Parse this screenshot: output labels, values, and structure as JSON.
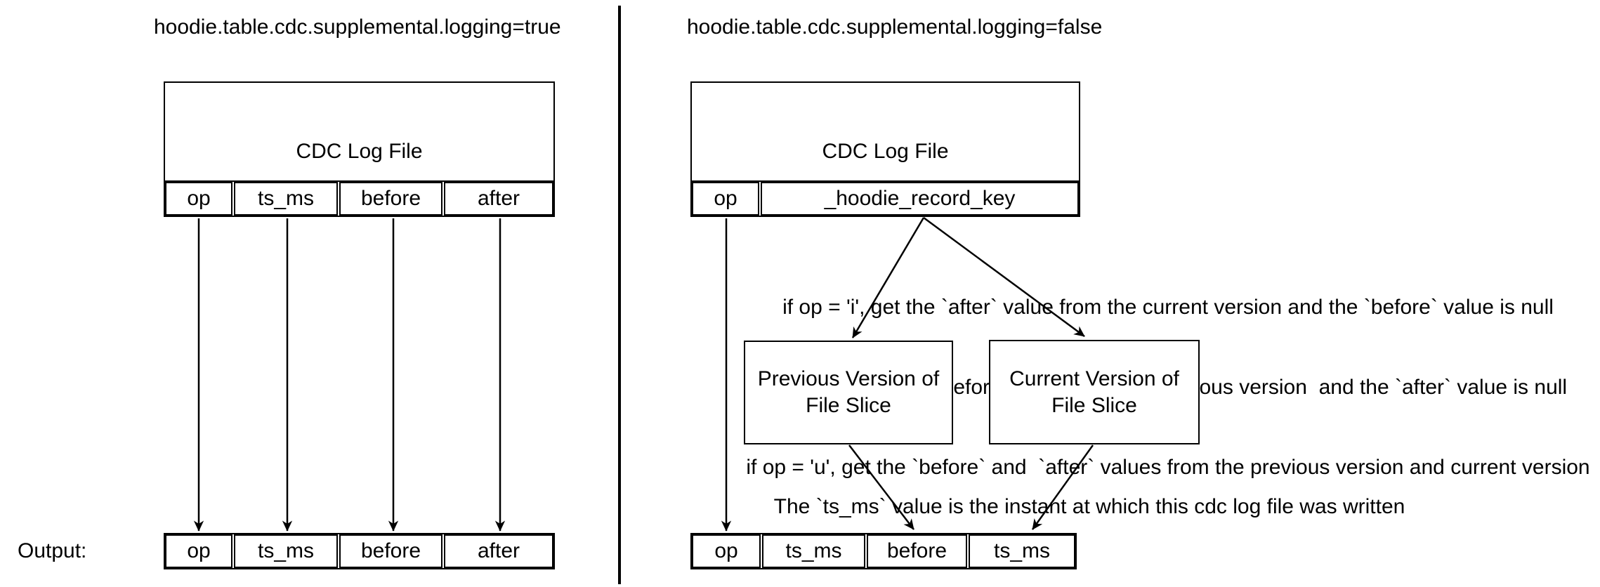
{
  "colors": {
    "stroke": "#000000",
    "background": "#ffffff"
  },
  "left_panel": {
    "title": "hoodie.table.cdc.supplemental.logging=true",
    "log_file_box": {
      "title": "CDC Log File",
      "columns": [
        "op",
        "ts_ms",
        "before",
        "after"
      ]
    },
    "output_label": "Output:",
    "output_columns": [
      "op",
      "ts_ms",
      "before",
      "after"
    ]
  },
  "right_panel": {
    "title": "hoodie.table.cdc.supplemental.logging=false",
    "log_file_box": {
      "title": "CDC Log File",
      "columns": [
        "op",
        "_hoodie_record_key"
      ]
    },
    "op_rules": [
      "if op = 'i', get the `after` value from the current version and the `before` value is null",
      "if op = 'd', get the `before` value from the previous version  and the `after` value is null",
      "if op = 'u', get the `before` and  `after` values from the previous version and current version"
    ],
    "previous_box_label": "Previous Version of\nFile Slice",
    "current_box_label": "Current Version of\nFile Slice",
    "ts_ms_note": "The `ts_ms` value is the instant at which this cdc log file was written",
    "output_columns": [
      "op",
      "ts_ms",
      "before",
      "ts_ms"
    ]
  }
}
